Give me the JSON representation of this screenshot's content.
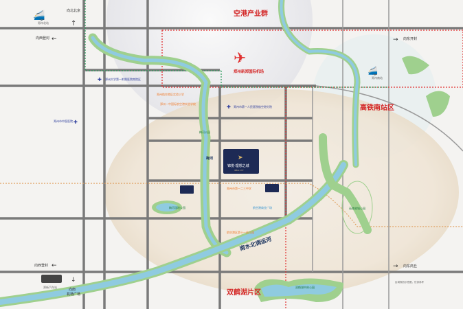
{
  "zones": {
    "airport_cluster": "空港产业群",
    "airport": "郑州新郑国际机场",
    "hsr_south": "高铁南站区",
    "shuanghe_lake": "双鹤湖片区"
  },
  "waters": {
    "canal": "南水北调运河",
    "meihe": "梅河"
  },
  "project": {
    "name": "锦悦·理想之城",
    "english": "IDEAL CITY"
  },
  "directions": {
    "north": "向北北京",
    "west_top": "向西登封",
    "west_bottom": "向西登封",
    "south": "向南",
    "south_sub": "机场广场",
    "east_top": "向东开封",
    "east_bottom": "向东商丘"
  },
  "stations": {
    "north_station": "郑州北站",
    "south_station": "郑州南站",
    "bus_station": "郑新汽车站"
  },
  "pois": {
    "hospital_1": "郑州大学第一附属医院南院区",
    "hospital_2": "郑州市第一人民医院航空港分院",
    "hospital_3": "郑州市中医医院",
    "park_1": "梅河公园",
    "park_2": "梅河湿地公园",
    "park_3": "双鹤湖中央公园",
    "park_4": "苑陵故城公园",
    "school_1": "郑州航空港区实验小学",
    "school_2": "郑州一中国际航空港实验学校",
    "school_3": "郑州市第一二三中学",
    "school_4": "航空港区第十一幼儿园",
    "mall": "航空港商业广场"
  },
  "legend_text": "区域规划示意图，仅供参考"
}
